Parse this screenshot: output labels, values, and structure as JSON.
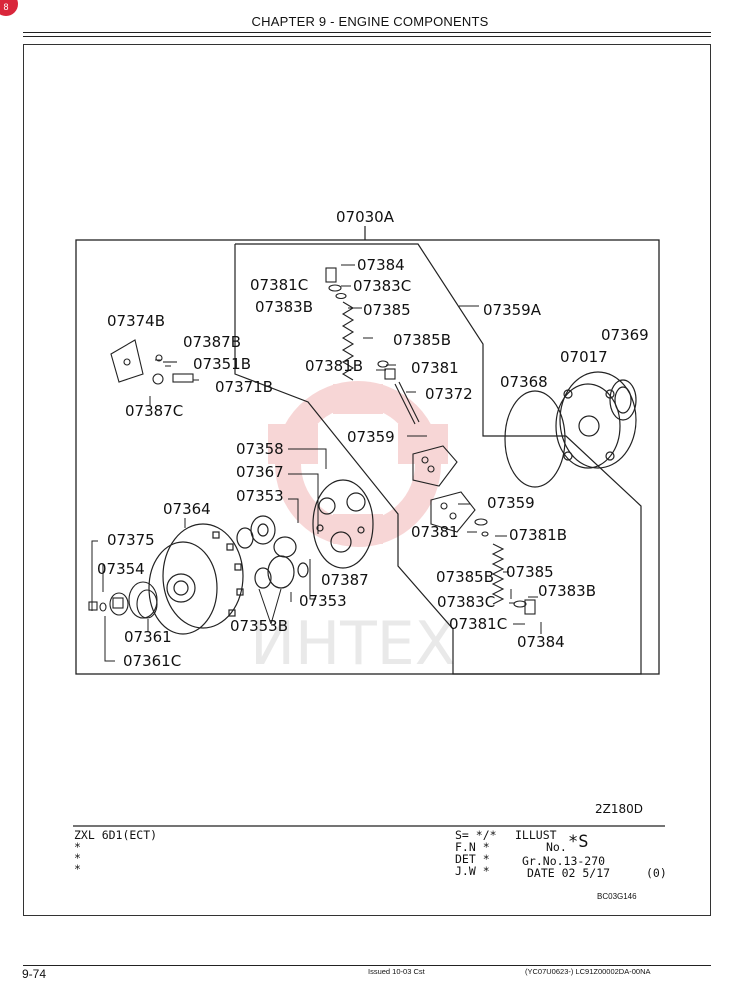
{
  "header": {
    "title": "CHAPTER 9 - ENGINE COMPONENTS"
  },
  "diagram": {
    "assembly_label": "07030A",
    "drawing_number": "2Z180D",
    "watermark": "ИНТЕХ",
    "part_labels": {
      "p07384_top": "07384",
      "p07381C_top": "07381C",
      "p07383C_top": "07383C",
      "p07383B_top": "07383B",
      "p07385_top": "07385",
      "p07359A": "07359A",
      "p07374B": "07374B",
      "p07387B": "07387B",
      "p07351B": "07351B",
      "p07371B": "07371B",
      "p07387C": "07387C",
      "p07385B_top": "07385B",
      "p07381B_top": "07381B",
      "p07381_top": "07381",
      "p07372": "07372",
      "p07369": "07369",
      "p07017": "07017",
      "p07368": "07368",
      "p07359_top": "07359",
      "p07358": "07358",
      "p07367": "07367",
      "p07353_top": "07353",
      "p07364": "07364",
      "p07359_mid": "07359",
      "p07381_mid": "07381",
      "p07381B_mid": "07381B",
      "p07375": "07375",
      "p07354": "07354",
      "p07387": "07387",
      "p07385_low": "07385",
      "p07385B_low": "07385B",
      "p07383B_low": "07383B",
      "p07353_low": "07353",
      "p07383C_low": "07383C",
      "p07361": "07361",
      "p07353B": "07353B",
      "p07381C_low": "07381C",
      "p07384_low": "07384",
      "p07361C": "07361C"
    }
  },
  "info_block": {
    "model": "ZXL 6D1(ECT)",
    "stars": [
      "*",
      "*",
      "*"
    ],
    "s_line": "S= */*",
    "fn_line": "F.N *",
    "det_line": "DET *",
    "jw_line": "J.W *",
    "illust_label": "ILLUST",
    "no_label": "No.",
    "illust_value": "*S",
    "gr_no": "Gr.No.13-270",
    "date_line": "DATE 02 5/17",
    "date_suffix": "(0)",
    "doc_code": "BC03G146"
  },
  "footer": {
    "page_number": "9-74",
    "issued": "Issued 10-03   Cst",
    "serial": "(YC07U0623-)   LC91Z00002DA-00NA"
  },
  "colors": {
    "watermark": "#f2b6b6",
    "ink": "#111111",
    "badge": "#d9263b"
  }
}
